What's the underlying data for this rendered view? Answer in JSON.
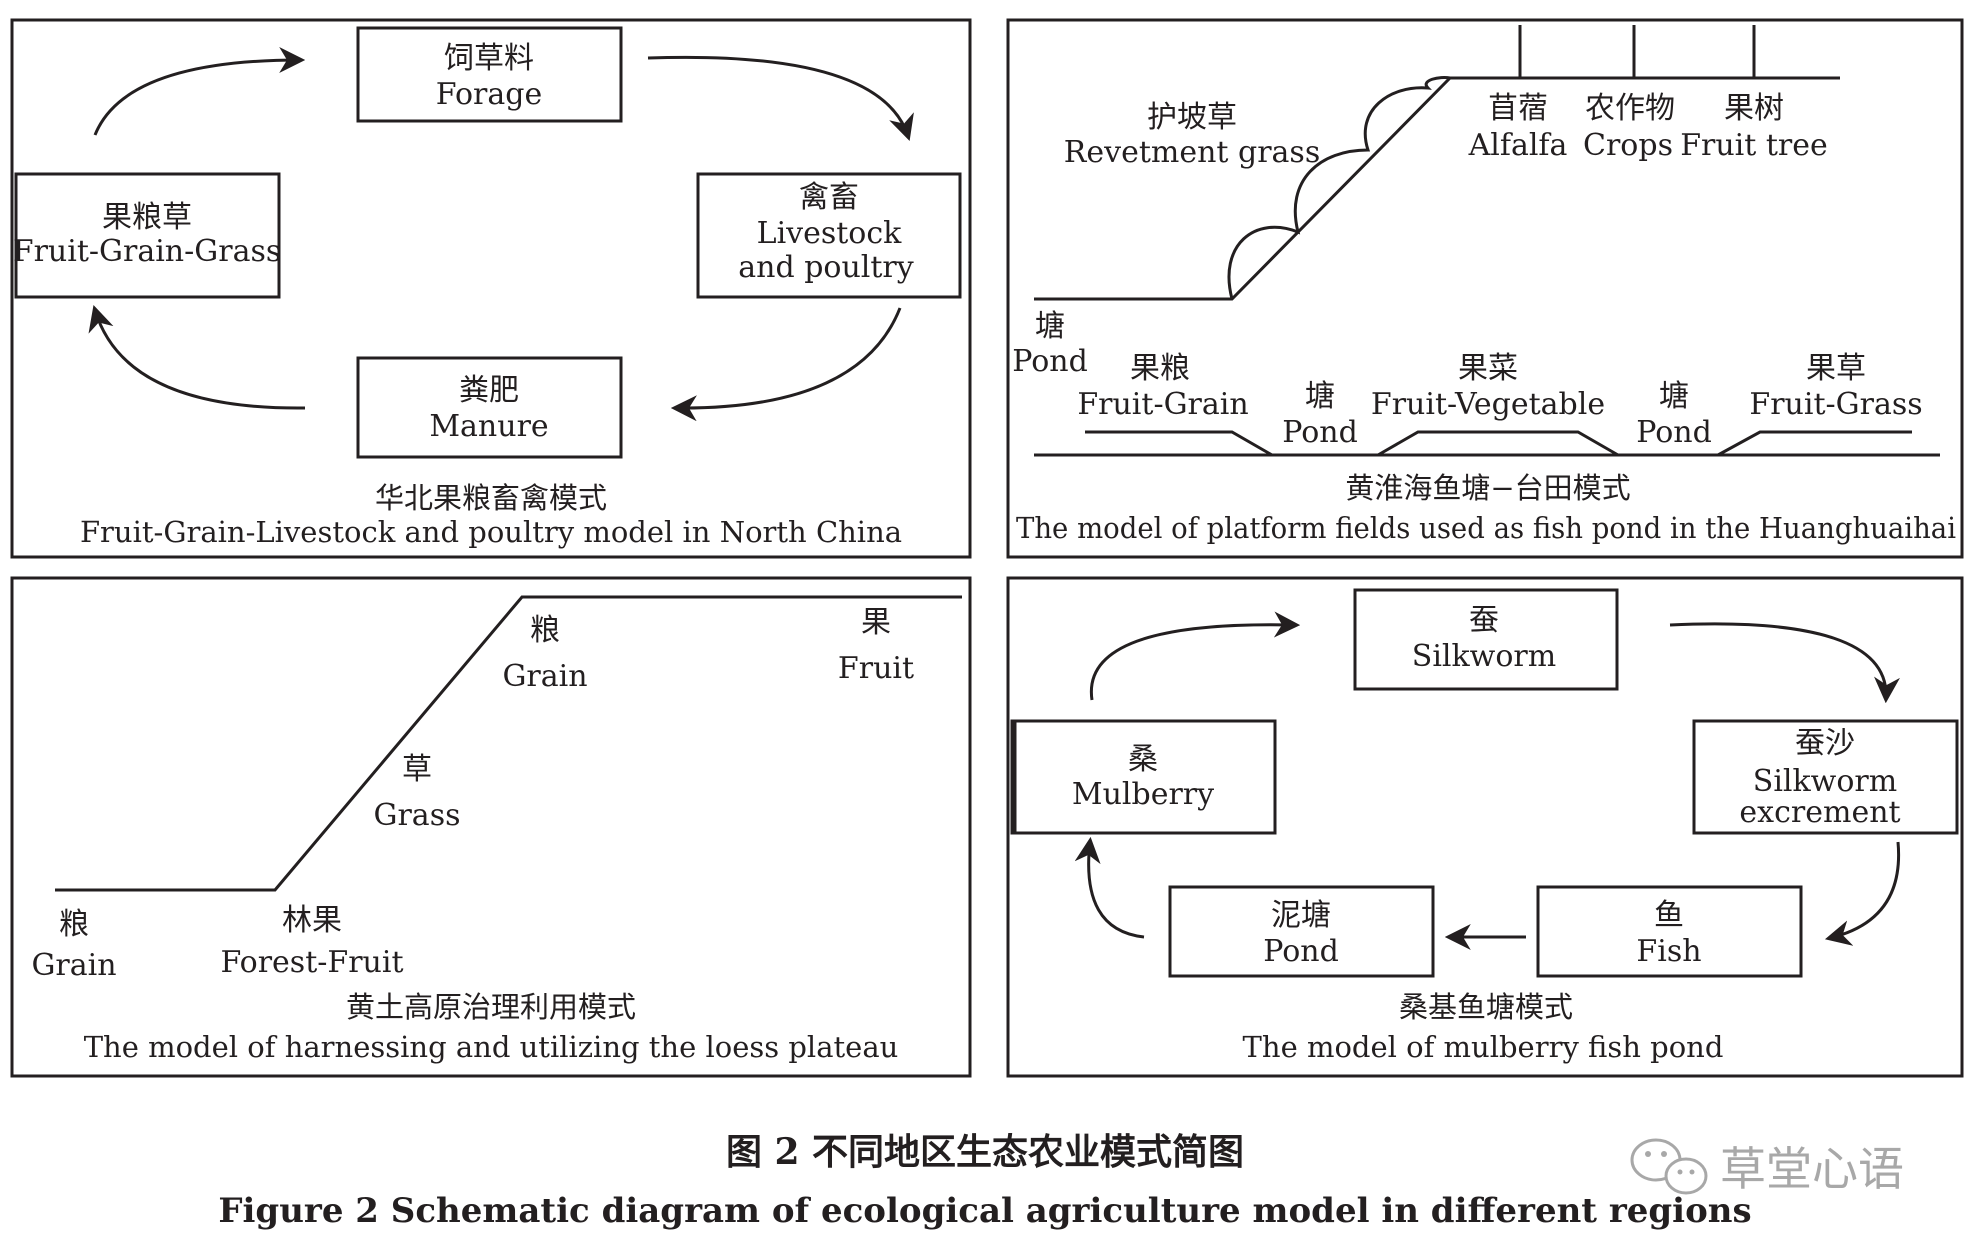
{
  "panels": {
    "north_china": {
      "forage": {
        "cn": "饲草料",
        "en": "Forage"
      },
      "livestock": {
        "cn": "禽畜",
        "en1": "Livestock",
        "en2": "and poultry"
      },
      "manure": {
        "cn": "粪肥",
        "en": "Manure"
      },
      "fruit_grain_grass": {
        "cn": "果粮草",
        "en": "Fruit-Grain-Grass"
      },
      "caption_cn": "华北果粮畜禽模式",
      "caption_en": "Fruit-Grain-Livestock and poultry model in North China"
    },
    "huanghuaihai": {
      "revetment": {
        "cn": "护坡草",
        "en": "Revetment grass"
      },
      "alfalfa": {
        "cn": "苜蓿",
        "en": "Alfalfa"
      },
      "crops": {
        "cn": "农作物",
        "en": "Crops"
      },
      "fruit_tree": {
        "cn": "果树",
        "en": "Fruit tree"
      },
      "pond_left": {
        "cn": "塘",
        "en": "Pond"
      },
      "fruit_grain": {
        "cn": "果粮",
        "en": "Fruit-Grain"
      },
      "pond_1": {
        "cn": "塘",
        "en": "Pond"
      },
      "fruit_vegetable": {
        "cn": "果菜",
        "en": "Fruit-Vegetable"
      },
      "pond_2": {
        "cn": "塘",
        "en": "Pond"
      },
      "fruit_grass": {
        "cn": "果草",
        "en": "Fruit-Grass"
      },
      "caption_cn": "黄淮海鱼塘−台田模式",
      "caption_en": "The model of platform fields used as fish pond in the Huanghuaihai"
    },
    "loess": {
      "grain_top": {
        "cn": "粮",
        "en": "Grain"
      },
      "fruit": {
        "cn": "果",
        "en": "Fruit"
      },
      "grass": {
        "cn": "草",
        "en": "Grass"
      },
      "grain_bottom": {
        "cn": "粮",
        "en": "Grain"
      },
      "forest_fruit": {
        "cn": "林果",
        "en": "Forest-Fruit"
      },
      "caption_cn": "黄土高原治理利用模式",
      "caption_en": "The model of harnessing and utilizing the loess plateau"
    },
    "mulberry": {
      "silkworm": {
        "cn": "蚕",
        "en": "Silkworm"
      },
      "excrement": {
        "cn": "蚕沙",
        "en1": "Silkworm",
        "en2": "excrement"
      },
      "mulberry": {
        "cn": "桑",
        "en": "Mulberry"
      },
      "pond": {
        "cn": "泥塘",
        "en": "Pond"
      },
      "fish": {
        "cn": "鱼",
        "en": "Fish"
      },
      "caption_cn": "桑基鱼塘模式",
      "caption_en": "The model of mulberry fish pond"
    }
  },
  "figure": {
    "title_cn": "图 2   不同地区生态农业模式简图",
    "title_en": "Figure 2    Schematic diagram of ecological agriculture model in different regions"
  },
  "watermark": {
    "text": "草堂心语",
    "icon": "wechat-icon"
  }
}
